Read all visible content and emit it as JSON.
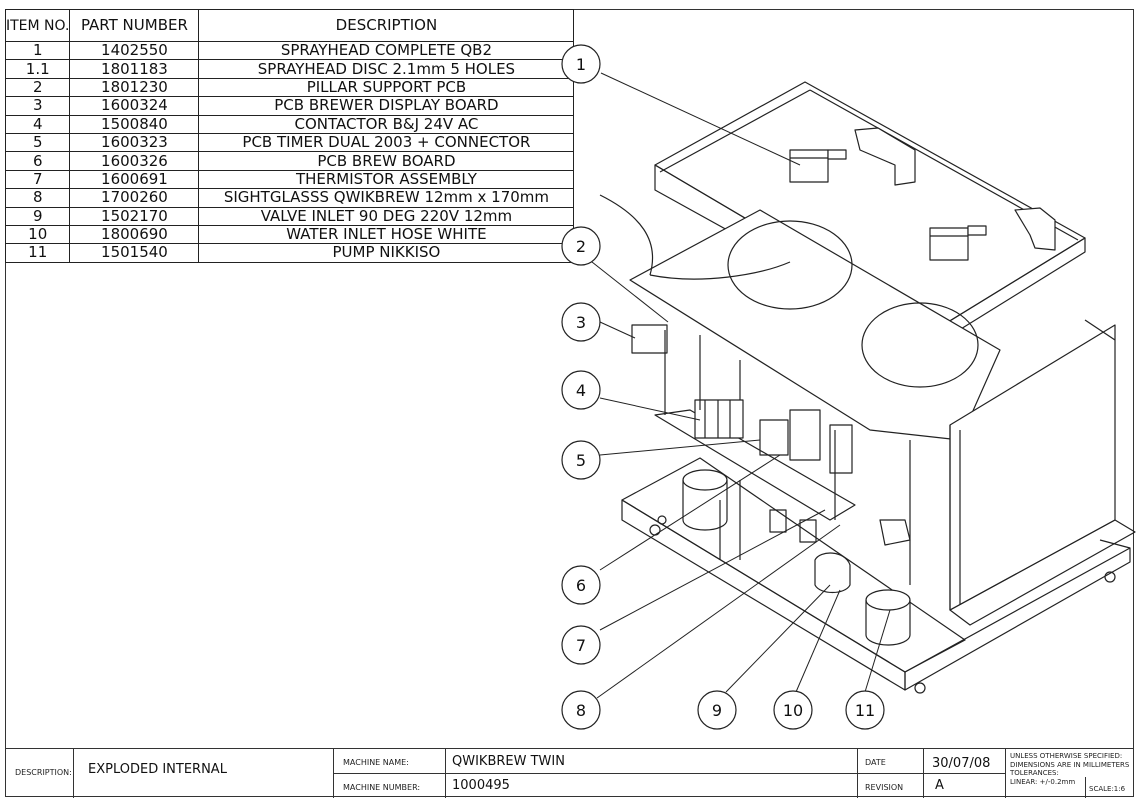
{
  "parts_table": {
    "headers": {
      "item": "ITEM NO.",
      "part": "PART NUMBER",
      "desc": "DESCRIPTION"
    },
    "rows": [
      {
        "item": "1",
        "part": "1402550",
        "desc": "SPRAYHEAD COMPLETE QB2"
      },
      {
        "item": "1.1",
        "part": "1801183",
        "desc": "SPRAYHEAD DISC 2.1mm 5 HOLES"
      },
      {
        "item": "2",
        "part": "1801230",
        "desc": "PILLAR SUPPORT PCB"
      },
      {
        "item": "3",
        "part": "1600324",
        "desc": "PCB BREWER DISPLAY BOARD"
      },
      {
        "item": "4",
        "part": "1500840",
        "desc": "CONTACTOR B&J 24V AC"
      },
      {
        "item": "5",
        "part": "1600323",
        "desc": "PCB TIMER DUAL 2003 + CONNECTOR"
      },
      {
        "item": "6",
        "part": "1600326",
        "desc": "PCB BREW BOARD"
      },
      {
        "item": "7",
        "part": "1600691",
        "desc": "THERMISTOR ASSEMBLY"
      },
      {
        "item": "8",
        "part": "1700260",
        "desc": "SIGHTGLASSS QWIKBREW 12mm x 170mm"
      },
      {
        "item": "9",
        "part": "1502170",
        "desc": "VALVE INLET 90 DEG 220V 12mm"
      },
      {
        "item": "10",
        "part": "1800690",
        "desc": "WATER INLET HOSE WHITE"
      },
      {
        "item": "11",
        "part": "1501540",
        "desc": "PUMP NIKKISO"
      }
    ]
  },
  "balloons": [
    "1",
    "2",
    "3",
    "4",
    "5",
    "6",
    "7",
    "8",
    "9",
    "10",
    "11"
  ],
  "title_block": {
    "description_label": "DESCRIPTION:",
    "description_value": "EXPLODED INTERNAL",
    "machine_name_label": "MACHINE NAME:",
    "machine_name_value": "QWIKBREW TWIN",
    "machine_number_label": "MACHINE NUMBER:",
    "machine_number_value": "1000495",
    "date_label": "DATE",
    "date_value": "30/07/08",
    "revision_label": "REVISION",
    "revision_value": "A",
    "notes_line1": "UNLESS OTHERWISE SPECIFIED:",
    "notes_line2": "DIMENSIONS ARE IN MILLIMETERS",
    "notes_line3": "TOLERANCES:",
    "notes_line4": "LINEAR: +/-0.2mm",
    "scale": "SCALE:1:6"
  }
}
